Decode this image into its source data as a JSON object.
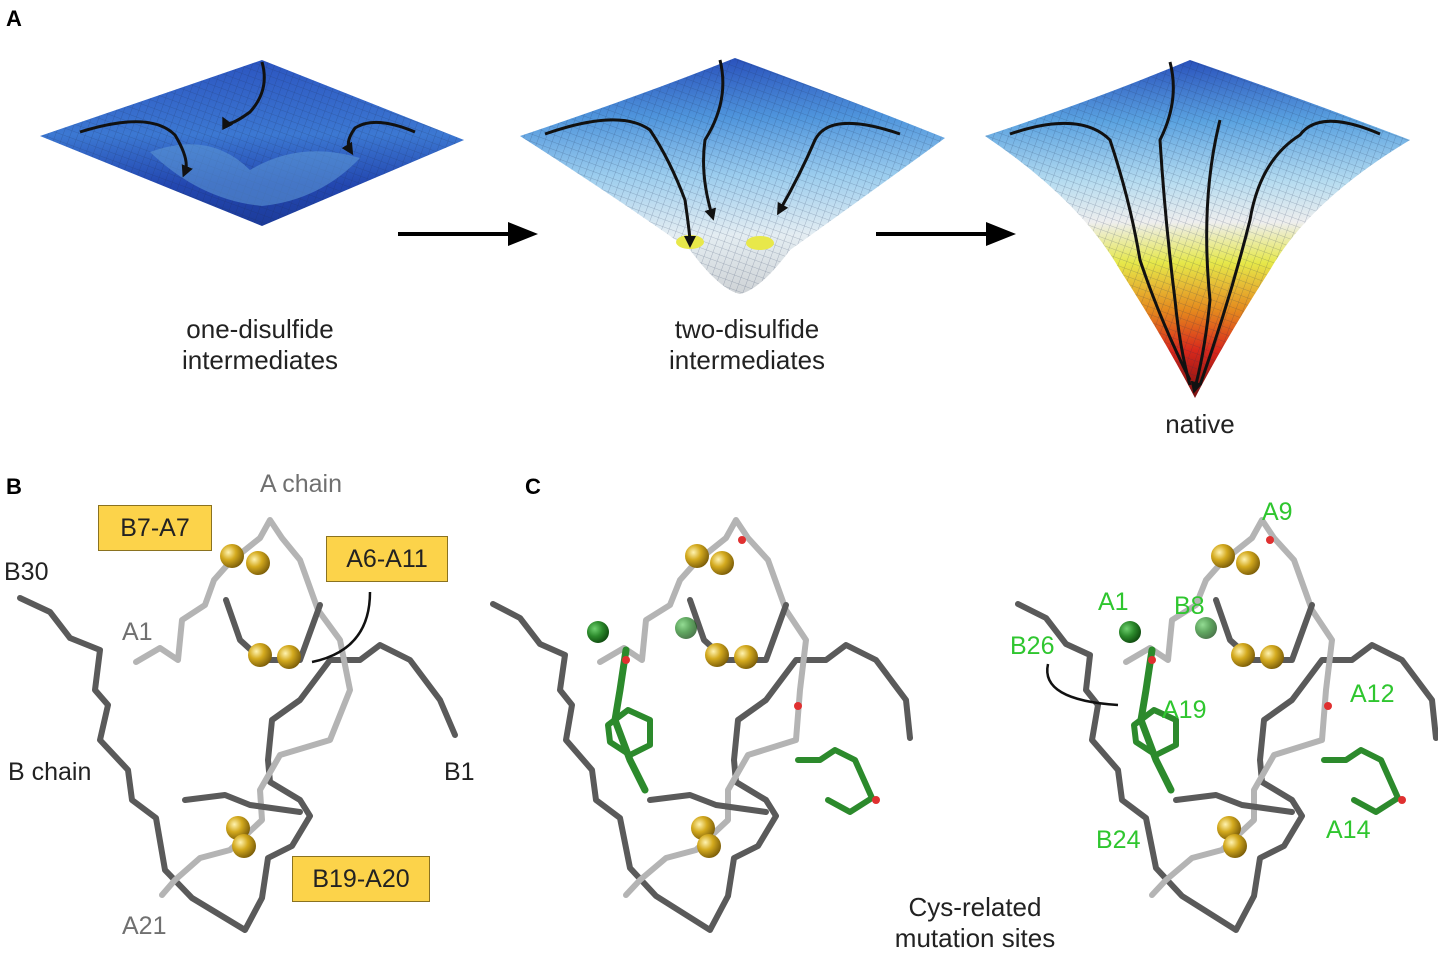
{
  "panels": {
    "a": "A",
    "b": "B",
    "c": "C"
  },
  "landscape_captions": {
    "one_line1": "one-disulfide",
    "one_line2": "intermediates",
    "two_line1": "two-disulfide",
    "two_line2": "intermediates",
    "native": "native"
  },
  "panel_b": {
    "a_chain": "A chain",
    "b_chain": "B chain",
    "b30": "B30",
    "a1": "A1",
    "b1": "B1",
    "a21": "A21",
    "disulfides": [
      "B7-A7",
      "A6-A11",
      "B19-A20"
    ]
  },
  "panel_c": {
    "sites": [
      "A9",
      "A1",
      "B8",
      "B26",
      "A19",
      "A12",
      "A14",
      "B24"
    ],
    "caption_line1": "Cys-related",
    "caption_line2": "mutation sites"
  },
  "colors": {
    "sulfur": "#d4aa1e",
    "label_box": "#fcd34a",
    "a_chain": "#b4b4b4",
    "b_chain": "#5a5a5a",
    "mutation_green": "#2fc62f",
    "residue_green": "#2c8a2c"
  }
}
